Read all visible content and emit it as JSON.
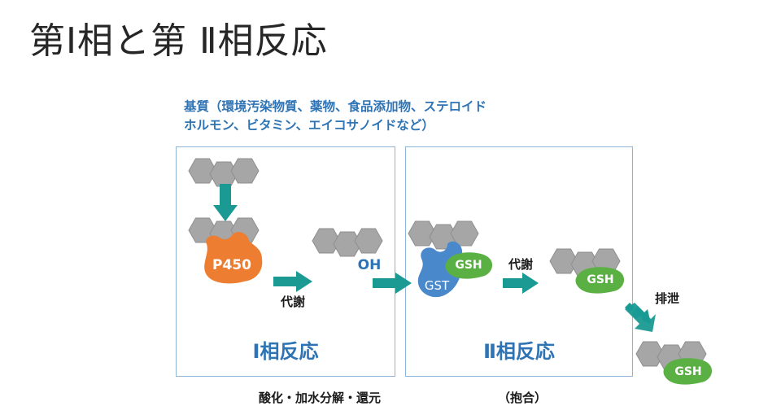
{
  "title": "第Ⅰ相と第 Ⅱ相反応",
  "substrate": {
    "line1": "基質（環境汚染物質、薬物、食品添加物、ステロイド",
    "line2": "ホルモン、ビタミン、エイコサノイドなど）"
  },
  "phase1": {
    "label": "Ⅰ相反応",
    "enzyme": "P450",
    "metabolism": "代謝",
    "product": "OH",
    "caption": "酸化・加水分解・還元"
  },
  "phase2": {
    "label": "Ⅱ相反応",
    "enzyme": "GST",
    "cofactor": "GSH",
    "metabolism": "代謝",
    "conjugate_tag": "GSH",
    "caption": "（抱合）"
  },
  "excretion": {
    "label": "排泄",
    "tag": "GSH"
  },
  "colors": {
    "accent_blue": "#2e74b5",
    "panel_border": "#8db4d9",
    "arrow_teal": "#1a9a93",
    "p450_orange": "#ed7d31",
    "gsh_green": "#5ab043",
    "gst_blue": "#4a88cc",
    "molecule_gray": "#a6a6a6"
  }
}
